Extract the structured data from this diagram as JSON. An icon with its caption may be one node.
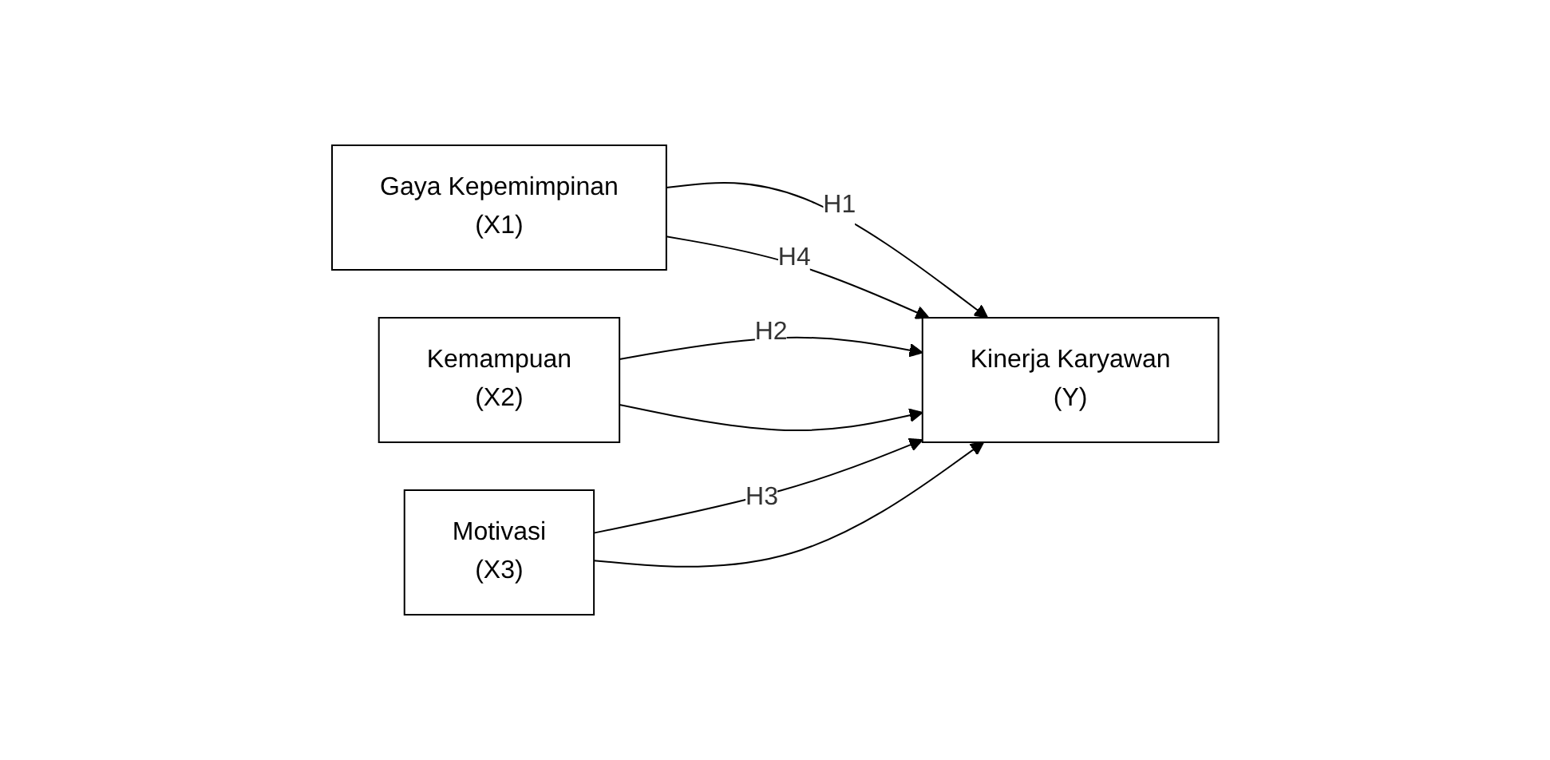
{
  "diagram": {
    "nodes": [
      {
        "text": [
          "Gaya Kepemimpinan",
          "(X1)"
        ]
      },
      {
        "text": [
          "Kemampuan",
          "(X2)"
        ]
      },
      {
        "text": [
          "Motivasi",
          "(X3)"
        ]
      },
      {
        "text": [
          "Kinerja Karyawan",
          "(Y)"
        ]
      }
    ],
    "edges": [
      {
        "from": 0,
        "to": 3,
        "arrow": "to",
        "label": "H1"
      },
      {
        "from": 1,
        "to": 3,
        "arrow": "to",
        "label": "H2"
      },
      {
        "from": 2,
        "to": 3,
        "arrow": "to",
        "label": "H3"
      },
      {
        "from": 0,
        "to": 3,
        "arrow": "to",
        "label": "H4"
      },
      {
        "from": 1,
        "to": 3,
        "arrow": "to"
      },
      {
        "from": 2,
        "to": 3,
        "arrow": "to"
      }
    ]
  }
}
